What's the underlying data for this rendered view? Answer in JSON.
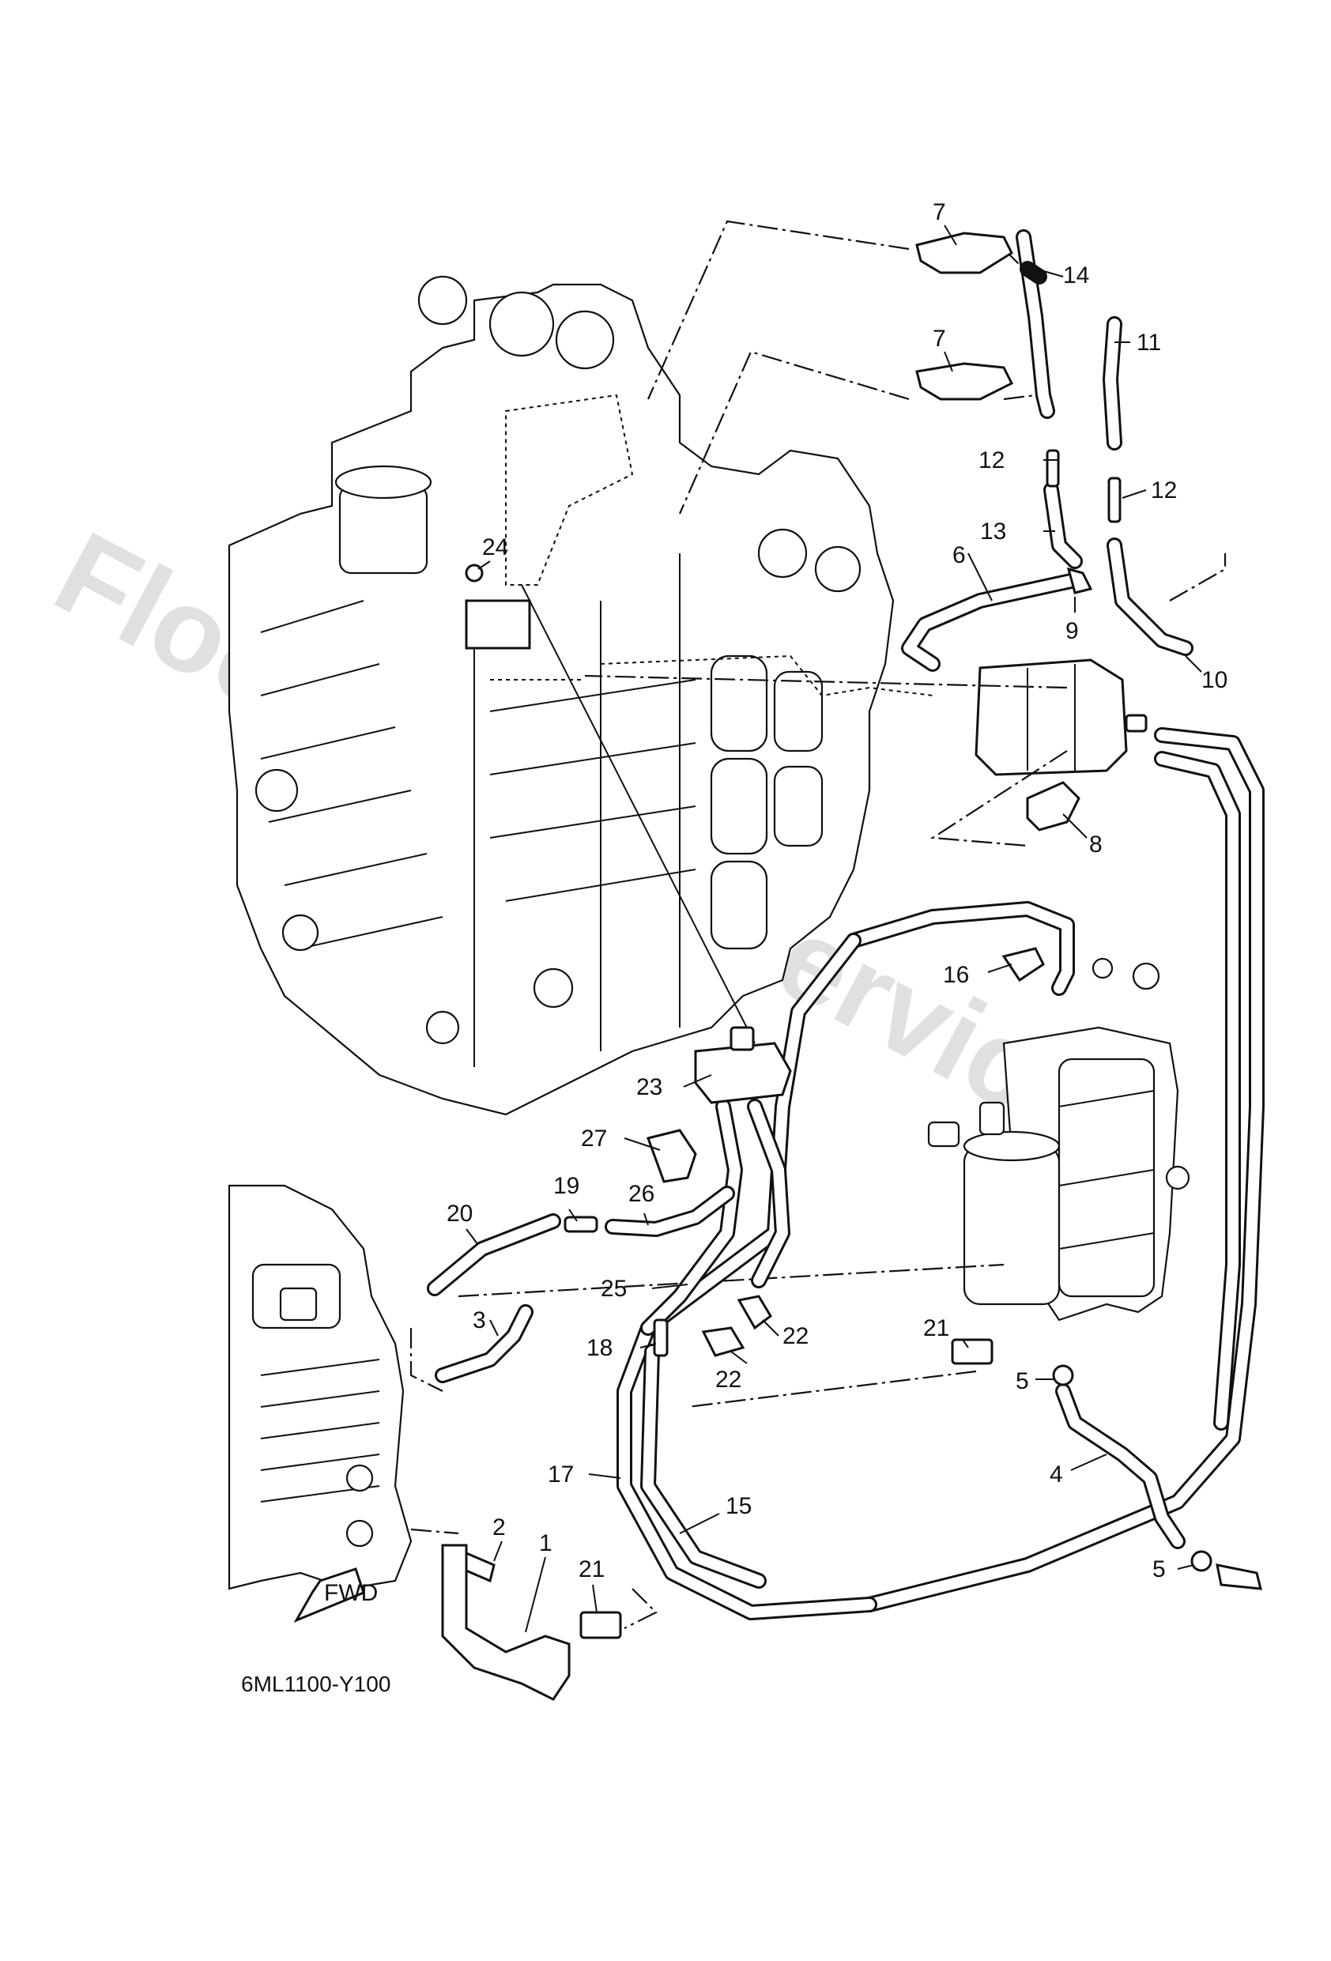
{
  "diagram": {
    "code": "6ML1100-Y100",
    "watermark": "FloodMarine Services",
    "fwd_label": "FWD",
    "callouts": [
      {
        "id": "c1",
        "text": "1"
      },
      {
        "id": "c2",
        "text": "2"
      },
      {
        "id": "c3",
        "text": "3"
      },
      {
        "id": "c4",
        "text": "4"
      },
      {
        "id": "c5a",
        "text": "5"
      },
      {
        "id": "c5b",
        "text": "5"
      },
      {
        "id": "c6",
        "text": "6"
      },
      {
        "id": "c7a",
        "text": "7"
      },
      {
        "id": "c7b",
        "text": "7"
      },
      {
        "id": "c8",
        "text": "8"
      },
      {
        "id": "c9",
        "text": "9"
      },
      {
        "id": "c10",
        "text": "10"
      },
      {
        "id": "c11",
        "text": "11"
      },
      {
        "id": "c12a",
        "text": "12"
      },
      {
        "id": "c12b",
        "text": "12"
      },
      {
        "id": "c13",
        "text": "13"
      },
      {
        "id": "c14",
        "text": "14"
      },
      {
        "id": "c15",
        "text": "15"
      },
      {
        "id": "c16",
        "text": "16"
      },
      {
        "id": "c17",
        "text": "17"
      },
      {
        "id": "c18",
        "text": "18"
      },
      {
        "id": "c19",
        "text": "19"
      },
      {
        "id": "c20",
        "text": "20"
      },
      {
        "id": "c21a",
        "text": "21"
      },
      {
        "id": "c21b",
        "text": "21"
      },
      {
        "id": "c22a",
        "text": "22"
      },
      {
        "id": "c22b",
        "text": "22"
      },
      {
        "id": "c23",
        "text": "23"
      },
      {
        "id": "c24",
        "text": "24"
      },
      {
        "id": "c25",
        "text": "25"
      },
      {
        "id": "c26",
        "text": "26"
      },
      {
        "id": "c27",
        "text": "27"
      }
    ]
  }
}
